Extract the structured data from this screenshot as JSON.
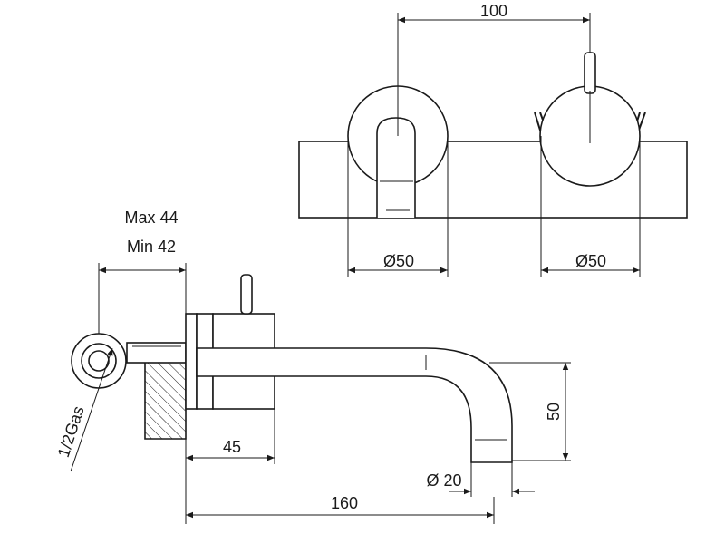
{
  "dimensions": {
    "spacing": "100",
    "diameter_left": "Ø50",
    "diameter_right": "Ø50",
    "wall_depth_max": "Max 44",
    "wall_depth_min": "Min 42",
    "thread": "1/2Gas",
    "projection_short": "45",
    "spout_height": "50",
    "spout_diameter": "Ø 20",
    "spout_length": "160"
  }
}
